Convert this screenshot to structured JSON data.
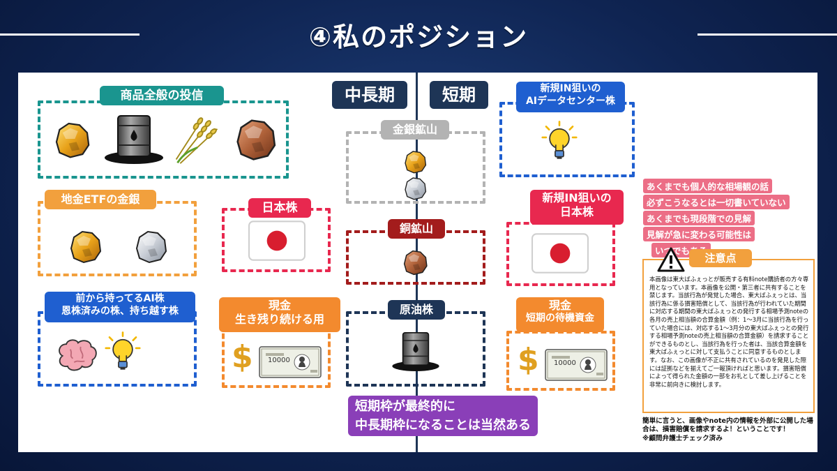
{
  "title": "④私のポジション",
  "headers": {
    "long_term": "中長期",
    "short_term": "短期"
  },
  "left": {
    "commodity": {
      "label": "商品全般の投信"
    },
    "gold_etf": {
      "label": "地金ETFの金銀"
    },
    "ai_stock": {
      "label_line1": "前から持ってるAI株",
      "label_line2": "恩株済みの株、持ち越す株"
    },
    "japan_stock": {
      "label": "日本株"
    },
    "cash": {
      "label_line1": "現金",
      "label_line2": "生き残り続ける用"
    }
  },
  "center": {
    "gold_silver_mine": {
      "label": "金銀鉱山"
    },
    "copper_mine": {
      "label": "銅鉱山"
    },
    "oil_stock": {
      "label": "原油株"
    },
    "bottom_line1": "短期枠が最終的に",
    "bottom_line2": "中長期枠になることは当然ある"
  },
  "right": {
    "new_ai": {
      "label_line1": "新規IN狙いの",
      "label_line2": "AIデータセンター株"
    },
    "new_japan": {
      "label_line1": "新規IN狙いの",
      "label_line2": "日本株"
    },
    "cash": {
      "label_line1": "現金",
      "label_line2": "短期の待機資金"
    }
  },
  "banknote": {
    "value": "10000"
  },
  "disclaimer": {
    "lines": [
      "あくまでも個人的な相場観の話",
      "必ずこうなるとは一切書いていない",
      "あくまでも現段階での見解",
      "見解が急に変わる可能性は",
      "いつでもある"
    ]
  },
  "notice": {
    "title": "注意点",
    "body": "本画像は東大ばふぇっとが販売する有料note購読者の方々専用となっています。本画像を公開・第三者に共有することを禁じます。当該行為が発覚した場合、東大ばふぇっとは、当該行為に係る損害賠償として、当該行為が行われていた期間に対応する期間の東大ばふぇっとの発行する相場予測noteの各月の売上相当額の合算金額（例：1〜3月に当該行為を行っていた場合には、対応する1〜3月分の東大ばふぇっとの発行する相場予測noteの売上相当額の合算金額）を請求することができるものとし、当該行為を行った者は、当該合算金額を東大ばふぇっとに対して支払うことに同意するものとします。なお、この画像が不正に共有されているのを発見した際には証拠などを揃えてご一報頂ければと思います。損害賠償によって得られた金額の一部をお礼として差し上げることを非常に前向きに検討します。",
    "summary": "簡単に言うと、画像やnote内の情報を外部に公開した場合は、損害賠償を請求するよ！ということです！",
    "footnote": "※顧問弁護士チェック済み"
  },
  "colors": {
    "background": "#0f2452",
    "navy": "#1e3556",
    "teal": "#1a958f",
    "orange": "#f2a03d",
    "blue": "#1f5fd0",
    "red": "#e8284f",
    "deep_orange": "#f38a2e",
    "gray": "#b3b3b3",
    "dark_red": "#a31c1c",
    "pink": "#ec6e86",
    "purple": "#8a3fb8"
  },
  "icons": [
    "gold-nugget-icon",
    "oil-barrel-icon",
    "wheat-icon",
    "copper-ore-icon",
    "silver-nugget-icon",
    "brain-icon",
    "light-bulb-icon",
    "japan-flag-icon",
    "dollar-sign-icon",
    "banknote-icon",
    "warning-icon"
  ]
}
